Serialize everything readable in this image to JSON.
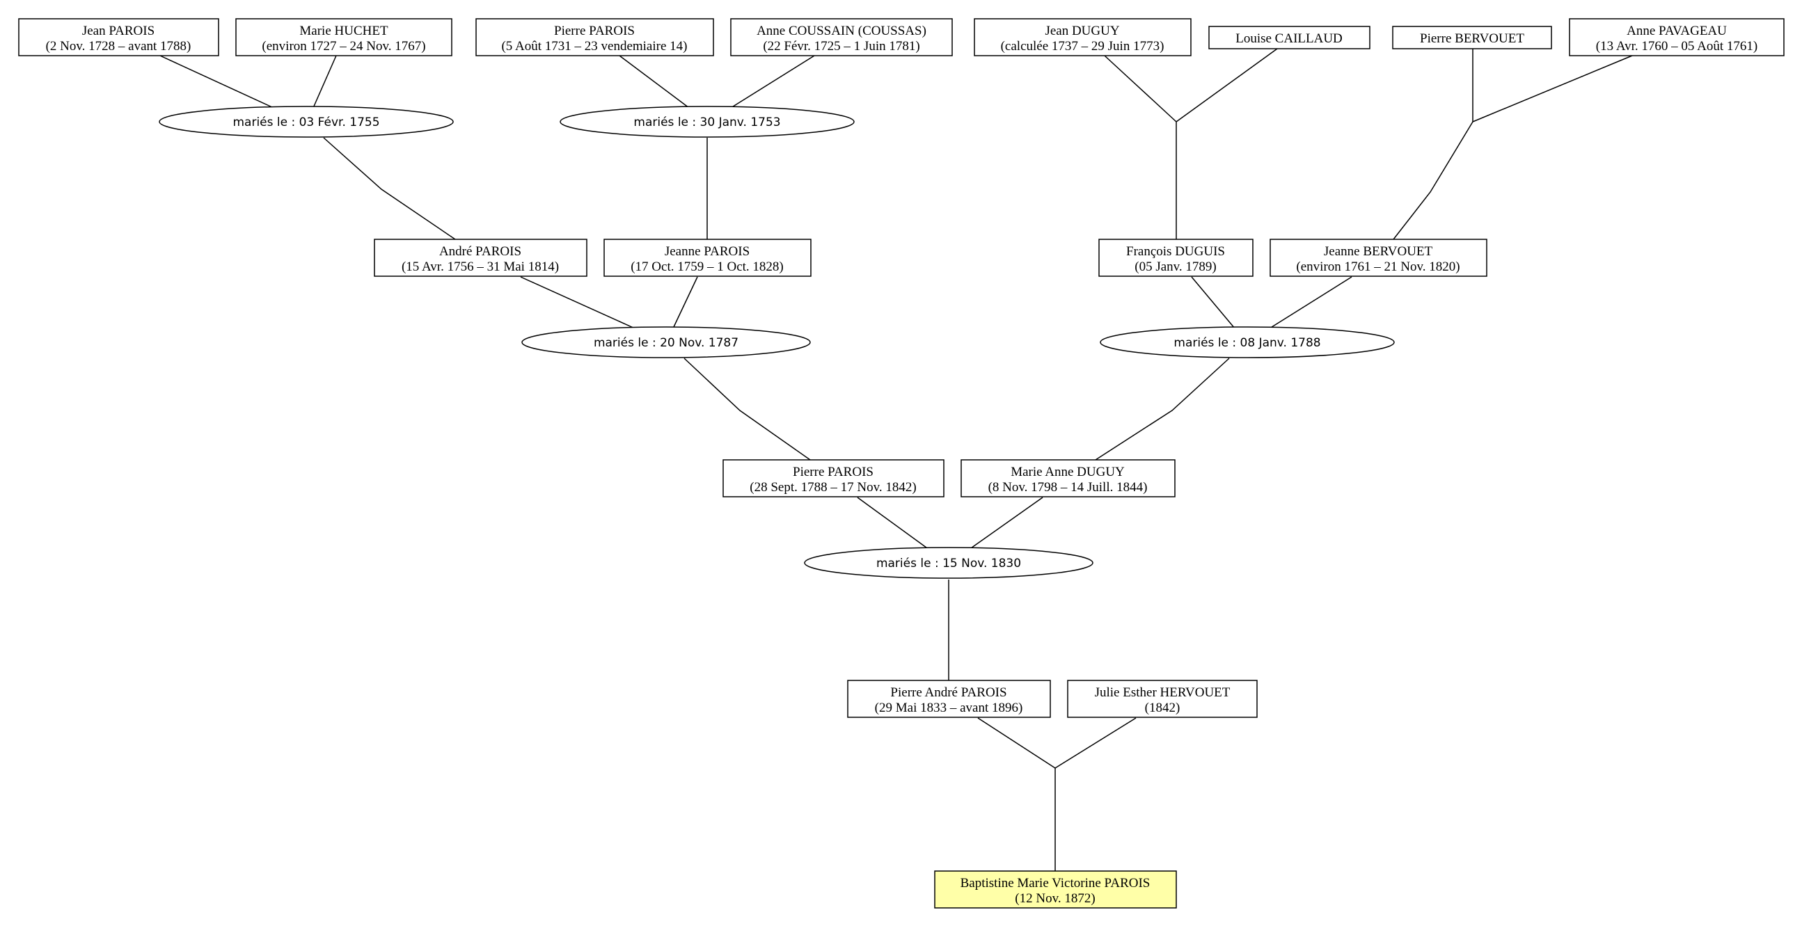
{
  "people": [
    {
      "id": "p1",
      "name": "Jean PAROIS",
      "dates": "(2 Nov. 1728 – avant 1788)"
    },
    {
      "id": "p2",
      "name": "Marie HUCHET",
      "dates": "(environ 1727 – 24 Nov. 1767)"
    },
    {
      "id": "p3",
      "name": "Pierre PAROIS",
      "dates": "(5 Août 1731 – 23 vendemiaire 14)"
    },
    {
      "id": "p4",
      "name": "Anne COUSSAIN (COUSSAS)",
      "dates": "(22 Févr. 1725 – 1 Juin 1781)"
    },
    {
      "id": "p5",
      "name": "Jean DUGUY",
      "dates": "(calculée 1737 – 29 Juin 1773)"
    },
    {
      "id": "p6",
      "name": "Louise CAILLAUD",
      "dates": ""
    },
    {
      "id": "p7",
      "name": "Pierre BERVOUET",
      "dates": ""
    },
    {
      "id": "p8",
      "name": "Anne PAVAGEAU",
      "dates": "(13 Avr. 1760 – 05 Août 1761)"
    },
    {
      "id": "p9",
      "name": "André PAROIS",
      "dates": "(15 Avr. 1756 – 31 Mai 1814)"
    },
    {
      "id": "p10",
      "name": "Jeanne PAROIS",
      "dates": "(17 Oct. 1759 – 1 Oct. 1828)"
    },
    {
      "id": "p11",
      "name": "François DUGUIS",
      "dates": "(05 Janv. 1789)"
    },
    {
      "id": "p12",
      "name": "Jeanne BERVOUET",
      "dates": "(environ 1761 – 21 Nov. 1820)"
    },
    {
      "id": "p13",
      "name": "Pierre PAROIS",
      "dates": "(28 Sept. 1788 – 17 Nov. 1842)"
    },
    {
      "id": "p14",
      "name": "Marie Anne DUGUY",
      "dates": "(8 Nov. 1798 – 14 Juill. 1844)"
    },
    {
      "id": "p15",
      "name": "Pierre André PAROIS",
      "dates": "(29 Mai 1833 – avant 1896)"
    },
    {
      "id": "p16",
      "name": "Julie Esther HERVOUET",
      "dates": "(1842)"
    },
    {
      "id": "p17",
      "name": "Baptistine Marie Victorine PAROIS",
      "dates": "(12 Nov. 1872)"
    }
  ],
  "marriages": [
    {
      "id": "m1",
      "label": "mariés le : 03 Févr. 1755"
    },
    {
      "id": "m2",
      "label": "mariés le : 30 Janv. 1753"
    },
    {
      "id": "m3",
      "label": "mariés le : 20 Nov. 1787"
    },
    {
      "id": "m4",
      "label": "mariés le : 08 Janv. 1788"
    },
    {
      "id": "m5",
      "label": "mariés le : 15 Nov. 1830"
    }
  ],
  "colors": {
    "line": "#000000",
    "box_fill": "#ffffff",
    "highlight_fill": "#ffffa8"
  }
}
